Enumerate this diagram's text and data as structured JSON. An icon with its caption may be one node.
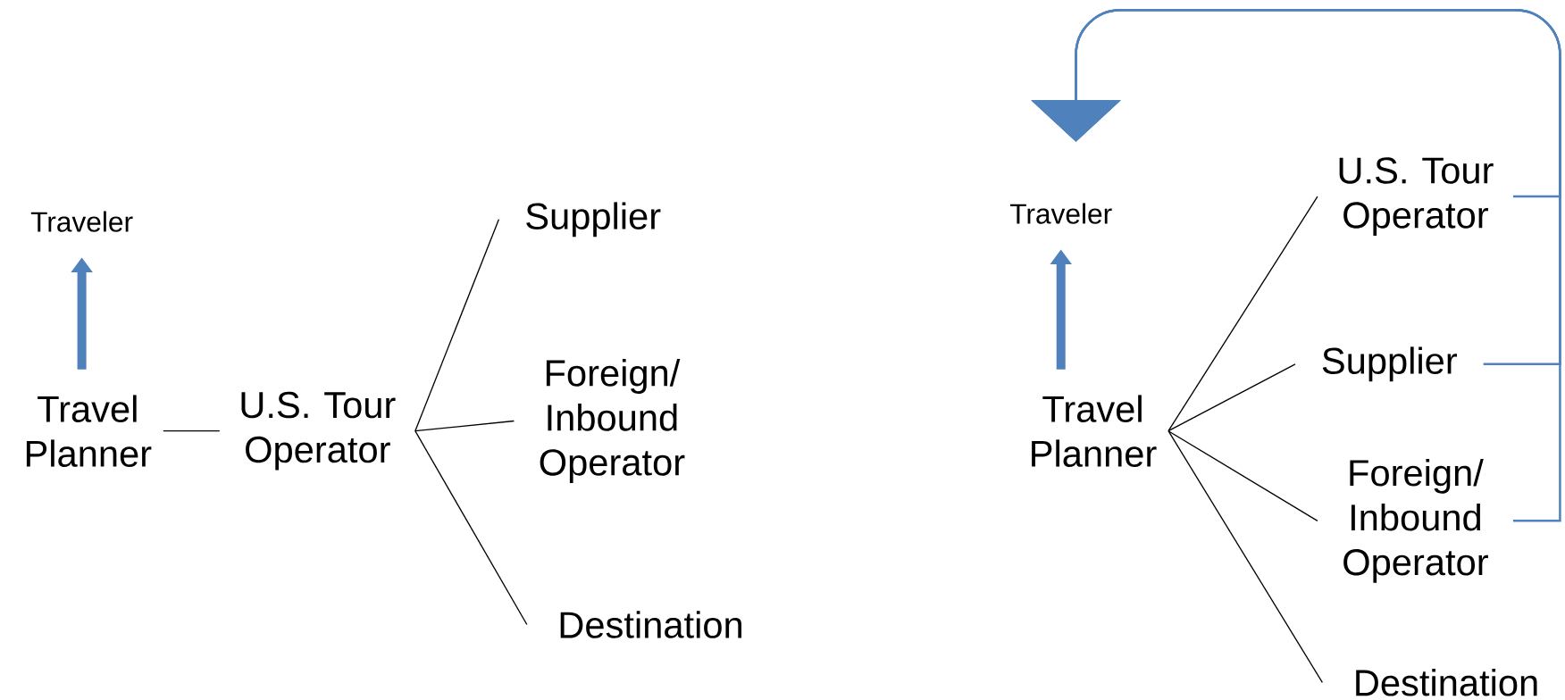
{
  "diagram": {
    "nodes": [
      {
        "text": [
          "Traveler"
        ]
      },
      {
        "text": [
          "Travel Planner"
        ]
      },
      {
        "text": [
          "U.S. Tour Operator"
        ]
      },
      {
        "text": [
          "Supplier"
        ]
      },
      {
        "text": [
          "Foreign/ Inbound Operator"
        ]
      },
      {
        "text": [
          "Destination"
        ]
      },
      {
        "text": [
          "Traveler"
        ]
      },
      {
        "text": [
          "Travel Planner"
        ]
      },
      {
        "text": [
          "U.S. Tour Operator"
        ]
      },
      {
        "text": [
          "Supplier"
        ]
      },
      {
        "text": [
          "Foreign/ Inbound Operator"
        ]
      },
      {
        "text": [
          "Destination"
        ]
      }
    ],
    "edges": [
      {
        "from": 1,
        "to": 0,
        "arrow": "to",
        "style": "thick",
        "color": "#4f81bd"
      },
      {
        "from": 1,
        "to": 2,
        "arrow": "none"
      },
      {
        "from": 2,
        "to": 3,
        "arrow": "none"
      },
      {
        "from": 2,
        "to": 4,
        "arrow": "none"
      },
      {
        "from": 2,
        "to": 5,
        "arrow": "none"
      },
      {
        "from": 7,
        "to": 6,
        "arrow": "to",
        "style": "thick",
        "color": "#4f81bd"
      },
      {
        "from": 7,
        "to": 8,
        "arrow": "none"
      },
      {
        "from": 7,
        "to": 9,
        "arrow": "none"
      },
      {
        "from": 7,
        "to": 10,
        "arrow": "none"
      },
      {
        "from": 7,
        "to": 11,
        "arrow": "none"
      },
      {
        "from": 8,
        "to": 6,
        "arrow": "to",
        "color": "#4f81bd"
      },
      {
        "from": 9,
        "to": 6,
        "arrow": "to",
        "color": "#4f81bd"
      },
      {
        "from": 10,
        "to": 6,
        "arrow": "to",
        "color": "#4f81bd"
      }
    ]
  }
}
